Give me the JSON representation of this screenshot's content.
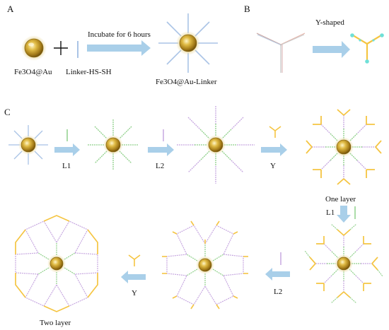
{
  "panels": {
    "a": {
      "label": "A",
      "np_label": "Fe3O4@Au",
      "linker_label": "Linker-HS-SH",
      "arrow_caption": "Incubate for 6 hours",
      "product_label": "Fe3O4@Au-Linker"
    },
    "b": {
      "label": "B",
      "title": "Y-shaped"
    },
    "c": {
      "label": "C",
      "step_l1": "L1",
      "step_l2": "L2",
      "step_y": "Y",
      "one_layer": "One layer",
      "step_l1_down": "L1",
      "step_l2_back": "L2",
      "step_y_back": "Y",
      "two_layer": "Two layer"
    }
  },
  "colors": {
    "arrow": "#a9cfe9",
    "gold": "#c9a227",
    "gold_dark": "#7a5a10",
    "linker": "#aac4e6",
    "l1": "#8fd08a",
    "l2": "#c7a8e0",
    "y_arm": "#f5c542",
    "bead": "#6fe0d8"
  },
  "icons": {
    "plus": "plus-icon",
    "nanoparticle": "nanoparticle-icon",
    "arrow": "arrow-right-icon"
  }
}
